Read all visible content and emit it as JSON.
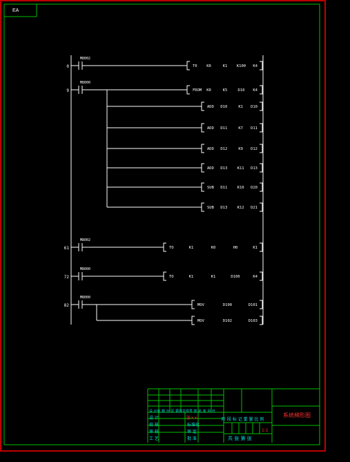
{
  "sheet_tag": "EA",
  "rungs": [
    {
      "step": "0",
      "contact": "M8002",
      "instructions": [
        [
          "T0",
          "K0",
          "K1",
          "K100",
          "K4"
        ]
      ]
    },
    {
      "step": "9",
      "contact": "M8000",
      "instructions": [
        [
          "FROM",
          "K0",
          "K5",
          "D10",
          "K4"
        ],
        [
          "ADD",
          "D10",
          "K1",
          "D10"
        ],
        [
          "ADD",
          "D11",
          "K7",
          "D11"
        ],
        [
          "ADD",
          "D12",
          "K9",
          "D12"
        ],
        [
          "ADD",
          "D13",
          "K11",
          "D13"
        ],
        [
          "SUB",
          "D11",
          "K10",
          "D20"
        ],
        [
          "SUB",
          "D13",
          "K12",
          "D21"
        ]
      ]
    },
    {
      "step": "61",
      "contact": "M8002",
      "instructions": [
        [
          "TO",
          "K1",
          "K0",
          "H0",
          "K1"
        ]
      ]
    },
    {
      "step": "72",
      "contact": "M8000",
      "instructions": [
        [
          "TO",
          "K1",
          "K1",
          "D100",
          "K4"
        ]
      ]
    },
    {
      "step": "82",
      "contact": "M8000",
      "instructions": [
        [
          "MOV",
          "D100",
          "D101"
        ],
        [
          "MOV",
          "D102",
          "D103"
        ]
      ]
    }
  ],
  "title_block": {
    "drawing_title": "系统梯形图",
    "header_row": "设 计处 数 分 区 更改文件号 签 名 年 月 日",
    "left_labels": [
      "设 计",
      "校 核",
      "审 核",
      "工 艺"
    ],
    "mid_labels": [
      "标准化",
      "审 定",
      "批 准"
    ],
    "designer_name": "张××",
    "right_header": "阶 段 标 记 重 量 比 例",
    "scale": "1:1",
    "sheet_row": "共 张 第 张"
  },
  "colors": {
    "rails": "#ffffff",
    "border": "#00c000",
    "outer_border": "#e00000",
    "title_text": "#00e0e0",
    "accent_text": "#ff3030"
  }
}
